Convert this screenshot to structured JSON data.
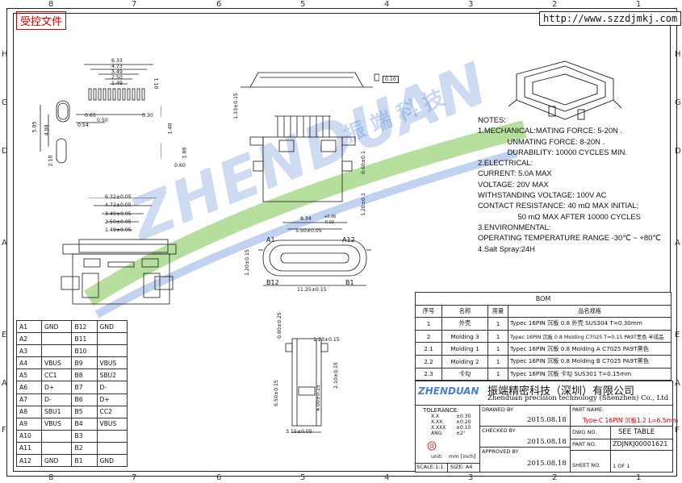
{
  "header": {
    "controlled_doc": "受控文件",
    "url": "http://www.szzdjmkj.com"
  },
  "zones": {
    "top": [
      "8",
      "7",
      "6",
      "5",
      "4",
      "3",
      "2",
      "1"
    ],
    "bottom": [
      "8",
      "7",
      "6",
      "5",
      "4",
      "3",
      "2",
      "1"
    ],
    "left": [
      "H",
      "G",
      "D",
      "A",
      "E",
      "A",
      "F"
    ],
    "right": [
      "H",
      "G",
      "D",
      "A",
      "E",
      "A",
      "F"
    ]
  },
  "drawing_dims": {
    "top_a": "6.33",
    "top_b": "4.73",
    "top_c": "3.49",
    "top_d": "2.50",
    "top_e": "1.49",
    "top_f": "0.65",
    "top_g": "0.50",
    "top_h": "0.54",
    "top_i": "0.30",
    "top_j": "1.10",
    "left_a": "5.05",
    "left_b": "4.00",
    "left_c": "2.10",
    "left_d": "1.40",
    "left_e": "1.80",
    "left_f": "0.60",
    "mid_a": "6.32±0.05",
    "mid_b": "4.72±0.05",
    "mid_c": "3.49±0.05",
    "mid_d": "2.50±0.05",
    "mid_e": "1.49±0.05",
    "side_a": "1.33±0.15",
    "side_flat": "0.10",
    "front_a": "8.34",
    "front_tol_p": "+0.06",
    "front_tol_m": "-0.02",
    "front_b": "5.50±0.05",
    "front_c": "11.25±0.15",
    "front_d": "0.60±0.1",
    "front_e": "1.20±0.1",
    "front_f": "1.20±0.15",
    "lbl_a1": "A1",
    "lbl_a12": "A12",
    "lbl_b12": "B12",
    "lbl_b1": "B1",
    "sec_a": "0.80±0.25",
    "sec_b": "1.23±0.15",
    "sec_c": "2.10±0.15",
    "sec_d": "4.00±0.15",
    "sec_e": "6.50±0.15",
    "sec_f": "3.15±0.05"
  },
  "watermark": {
    "brand_cn": "振  端  科  技",
    "brand_en": "ZHENDUAN"
  },
  "notes": [
    "NOTES:",
    "1.MECHANICAL:MATING FORCE: 5-20N .",
    "              UNMATING FORCE: 8-20N .",
    "              DURABILITY: 10000 CYCLES MIN.",
    "2.ELECTRICAL:",
    "CURRENT: 5.0A MAX",
    "VOLTAGE: 20V MAX",
    "WITHSTANDING VOLTAGE: 100V AC",
    "CONTACT RESISTANCE: 40 mΩ MAX INITIAL;",
    "                   50 mΩ MAX AFTER 10000 CYCLES",
    "3.ENVIRONMENTAL:",
    "OPERATING TEMPERATURE RANGE -30℃ ~ +80℃",
    "4.Salt Spray:24H"
  ],
  "bom": {
    "title": "BOM",
    "headers": [
      "序号",
      "名称",
      "用量",
      "品名规格"
    ],
    "rows": [
      [
        "1",
        "外壳",
        "1",
        "Typec 16PIN 沉板 0.8 外壳 SUS304 T=0.30mm"
      ],
      [
        "2",
        "Molding 3",
        "1",
        "Typec 16PIN 沉板 0.8 Molding C7025 T=0.15 PA9T黑色 半成品"
      ],
      [
        "2.1",
        "Molding 1",
        "1",
        "Typec 16PIN 沉板 0.8 Molding A C7025 PA9T黑色"
      ],
      [
        "2.2",
        "Molding 2",
        "1",
        "Typec 16PIN 沉板 0.8 Molding B C7025 PA9T黑色"
      ],
      [
        "2.3",
        "卡勾",
        "1",
        "Typec 16PIN 沉板 卡勾 SUS301 T=0.15mm"
      ]
    ]
  },
  "pins": [
    [
      "A1",
      "GND",
      "B12",
      "GND"
    ],
    [
      "A2",
      "",
      "B11",
      ""
    ],
    [
      "A3",
      "",
      "B10",
      ""
    ],
    [
      "A4",
      "VBUS",
      "B9",
      "VBUS"
    ],
    [
      "A5",
      "CC1",
      "B8",
      "SBU2"
    ],
    [
      "A6",
      "D+",
      "B7",
      "D-"
    ],
    [
      "A7",
      "D-",
      "B6",
      "D+"
    ],
    [
      "A8",
      "SBU1",
      "B5",
      "CC2"
    ],
    [
      "A9",
      "VBUS",
      "B4",
      "VBUS"
    ],
    [
      "A10",
      "",
      "B3",
      ""
    ],
    [
      "A11",
      "",
      "B2",
      ""
    ],
    [
      "A12",
      "GND",
      "B1",
      "GND"
    ]
  ],
  "title_block": {
    "company_cn": "振端精密科技（深圳）有限公司",
    "company_en": "Zhenduan precision technology (Shenzhen) Co., Ltd",
    "logo_text": "ZHENDUAN",
    "tolerance_label": "TOLERANCE:",
    "tolerances": [
      [
        "X.X",
        "±0.30"
      ],
      [
        "X.XX",
        "±0.20"
      ],
      [
        "X.XXX",
        "±0.10"
      ],
      [
        "ANG",
        "±2°"
      ]
    ],
    "unit_label": "unit:",
    "unit_value": "mm [inch]",
    "scale": "SCALE:1:1",
    "size": "SIZE: A4",
    "drawn_by_label": "DRAWED BY",
    "drawn_date": "2015.08.18",
    "checked_by_label": "CHECKED BY",
    "checked_date": "2015.08.18",
    "approved_by_label": "APPROVED BY",
    "approved_date": "2015.08.18",
    "part_name_label": "PART NAME:",
    "part_name": "Type-C 16PIN 沉板1.2 L=6.5mm",
    "dwg_label": "DWG NO.",
    "dwg_value": "SEE TABLE",
    "part_no_label": "PART NO.",
    "part_no": "ZDJNKJ00001621",
    "sheet_label": "SHEET NO.",
    "sheet_value": "1 OF 1"
  },
  "colors": {
    "line": "#1a1a1a",
    "red": "#d40000",
    "watermark_blue": "#4a7fd0",
    "watermark_green": "#7ac24a"
  }
}
